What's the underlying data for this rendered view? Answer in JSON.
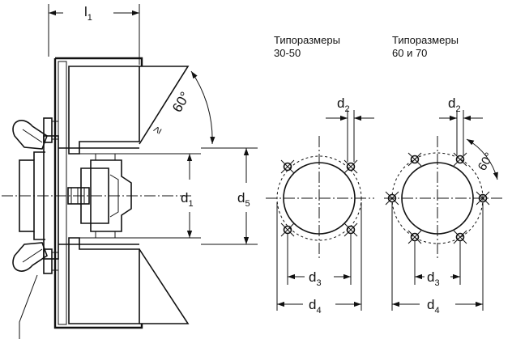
{
  "captions": {
    "group_a_line1": "Типоразмеры",
    "group_a_line2": "30-50",
    "group_b_line1": "Типоразмеры",
    "group_b_line2": "60 и 70"
  },
  "labels": {
    "l1_main": "l",
    "l1_sub": "1",
    "d1_main": "d",
    "d1_sub": "1",
    "d5_main": "d",
    "d5_sub": "5",
    "angle_main": "60°",
    "angle_small": "60°",
    "geq": "≥",
    "d2a_main": "d",
    "d2a_sub": "2",
    "d3a_main": "d",
    "d3a_sub": "3",
    "d4a_main": "d",
    "d4a_sub": "4",
    "d2b_main": "d",
    "d2b_sub": "2",
    "d3b_main": "d",
    "d3b_sub": "3",
    "d4b_main": "d",
    "d4b_sub": "4"
  }
}
